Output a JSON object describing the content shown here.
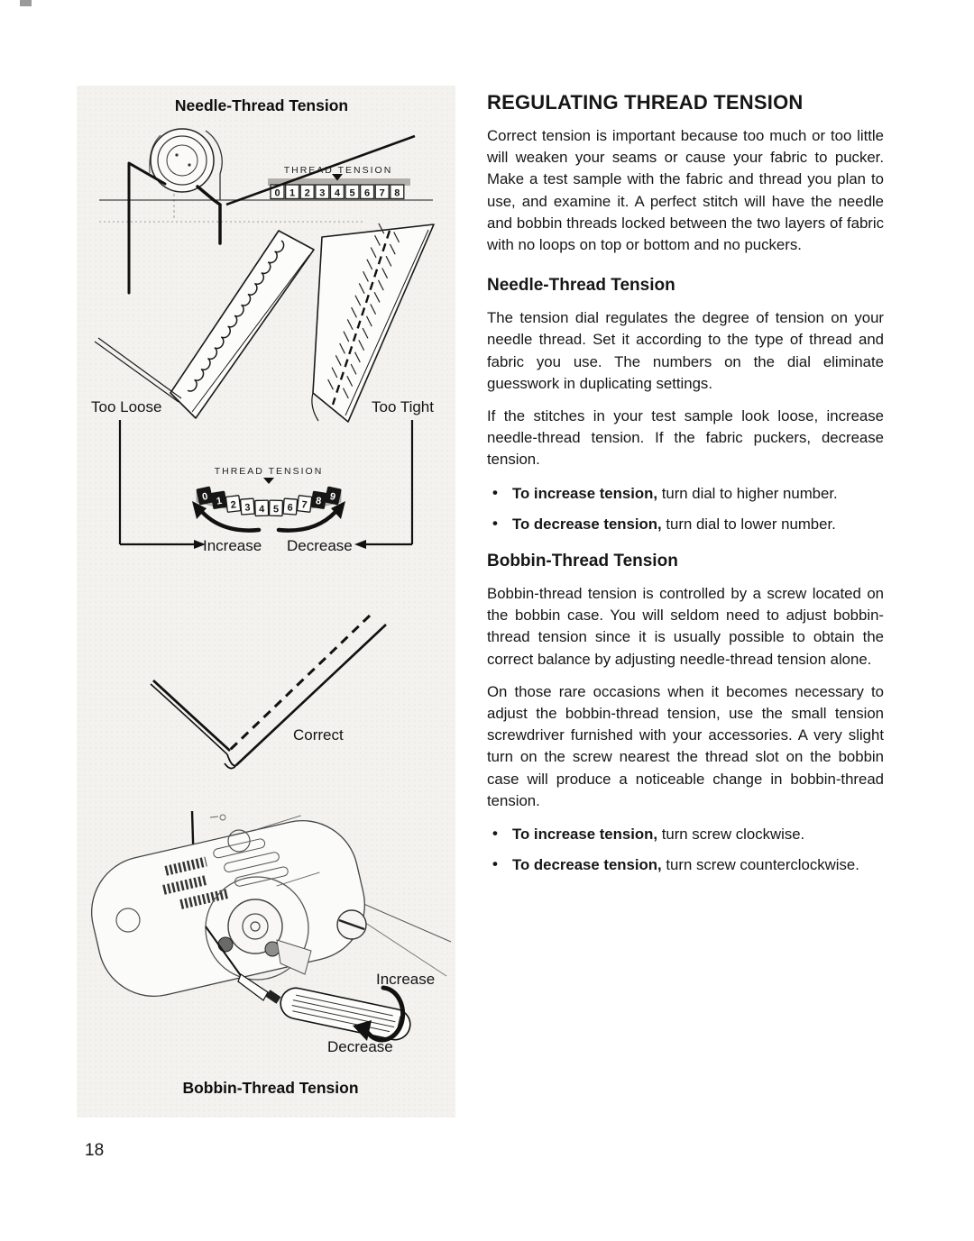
{
  "page": {
    "number": "18"
  },
  "bullet_marker": "•",
  "left_column": {
    "fig_needle": {
      "caption": "Needle-Thread Tension",
      "scale_label": "THREAD TENSION",
      "scale_numbers": [
        "0",
        "1",
        "2",
        "3",
        "4",
        "5",
        "6",
        "7",
        "8"
      ]
    },
    "fig_samples": {
      "too_loose": "Too Loose",
      "too_tight": "Too Tight"
    },
    "fig_dial": {
      "label": "THREAD TENSION",
      "numbers": [
        "0",
        "1",
        "2",
        "3",
        "4",
        "5",
        "6",
        "7",
        "8",
        "9"
      ],
      "increase": "Increase",
      "decrease": "Decrease"
    },
    "fig_correct": {
      "label": "Correct"
    },
    "fig_bobbin": {
      "increase": "Increase",
      "decrease": "Decrease",
      "caption": "Bobbin-Thread Tension"
    }
  },
  "article": {
    "title": "REGULATING THREAD TENSION",
    "intro": "Correct tension is important because too much or too little will weaken your seams or cause your fabric to pucker. Make a test sample with the fabric and thread you plan to use, and examine it. A perfect stitch will have the needle and bobbin threads locked between the two layers of fabric with no loops on top or bottom and no puckers.",
    "needle_section": {
      "heading": "Needle-Thread Tension",
      "paragraphs": [
        "The tension dial regulates the degree of tension on your needle thread. Set it according to the type of thread and fabric you use. The numbers on the dial eliminate guesswork in duplicating settings.",
        "If the stitches in your test sample look loose, increase needle-thread tension. If the fabric puckers, decrease tension."
      ],
      "bullets": [
        {
          "bold": "To increase tension,",
          "rest": " turn dial to higher number."
        },
        {
          "bold": "To decrease tension,",
          "rest": " turn dial to lower number."
        }
      ]
    },
    "bobbin_section": {
      "heading": "Bobbin-Thread Tension",
      "paragraphs": [
        "Bobbin-thread tension is controlled by a screw located on the bobbin case. You will seldom need to adjust bobbin-thread tension since it is usually possible to obtain the correct balance by adjusting needle-thread tension alone.",
        "On those rare occasions when it becomes necessary to adjust the bobbin-thread tension, use the small tension screwdriver furnished with your accessories. A very slight turn on the screw nearest the thread slot on the bobbin case will produce a noticeable change in bobbin-thread tension."
      ],
      "bullets": [
        {
          "bold": "To increase tension,",
          "rest": " turn screw clockwise."
        },
        {
          "bold": "To decrease tension,",
          "rest": " turn screw counterclockwise."
        }
      ]
    }
  }
}
